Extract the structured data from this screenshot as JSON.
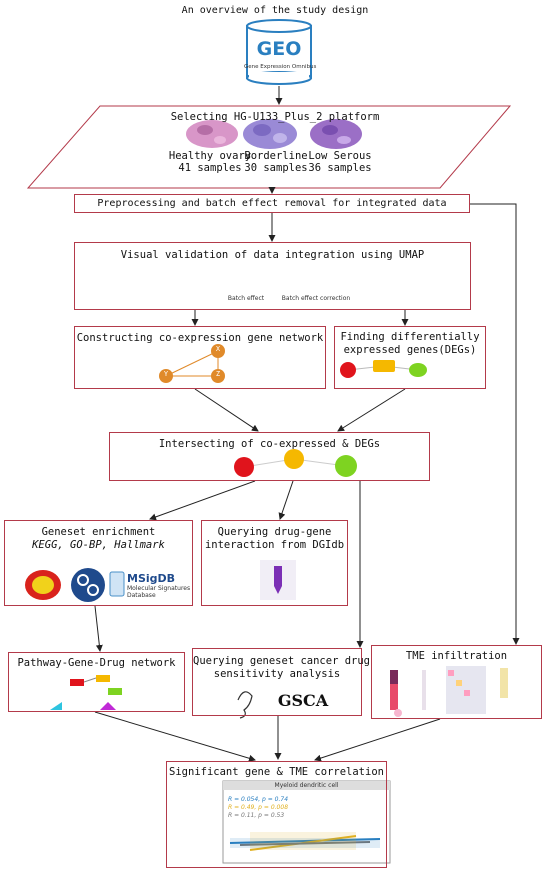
{
  "title": "An overview of the study design",
  "geo": {
    "logo_text": "GEO",
    "subtitle": "Gene Expression Omnibus"
  },
  "platform": {
    "title": "Selecting HG-U133_Plus_2 platform",
    "groups": [
      {
        "name": "Healthy ovary",
        "samples": "41 samples"
      },
      {
        "name": "Borderline",
        "samples": "30 samples"
      },
      {
        "name": "Low Serous",
        "samples": "36 samples"
      }
    ]
  },
  "preprocess": {
    "label": "Preprocessing and batch effect removal for integrated data"
  },
  "umap": {
    "title": "Visual validation of data integration using UMAP",
    "left_caption": "Batch effect",
    "right_caption": "Batch effect correction"
  },
  "coexpr": {
    "title": "Constructing co-expression gene network",
    "nodes": [
      "X",
      "Y",
      "Z"
    ]
  },
  "degs": {
    "title_line1": "Finding differentially",
    "title_line2": "expressed genes(DEGs)"
  },
  "intersect": {
    "title": "Intersecting of co-expressed & DEGs"
  },
  "geneset": {
    "title": "Geneset enrichment",
    "subtitle": "KEGG, GO-BP, Hallmark",
    "msigdb_name": "MSigDB",
    "msigdb_sub1": "Molecular Signatures",
    "msigdb_sub2": "Database"
  },
  "dgidb": {
    "title_line1": "Querying drug-gene",
    "title_line2": "interaction from DGIdb"
  },
  "pathway": {
    "title": "Pathway-Gene-Drug network"
  },
  "gsca": {
    "title_line1": "Querying geneset cancer drug",
    "title_line2": "sensitivity analysis",
    "logo": "GSCA"
  },
  "tme": {
    "title": "TME infiltration"
  },
  "correlation": {
    "title": "Significant gene & TME correlation",
    "plot_title": "Myeloid dendritic cell",
    "stats": [
      {
        "text": "R = 0.054, p = 0.74",
        "color": "#2a7fc0"
      },
      {
        "text": "R = 0.49, p = 0.008",
        "color": "#e0b020"
      },
      {
        "text": "R = 0.11, p = 0.53",
        "color": "#777777"
      }
    ]
  },
  "colors": {
    "arrow": "#222222",
    "box_border": "#b33a4a",
    "node_orange": "#e08a2a",
    "red": "#e0141c",
    "yellow": "#f5b800",
    "green": "#7ed321"
  }
}
